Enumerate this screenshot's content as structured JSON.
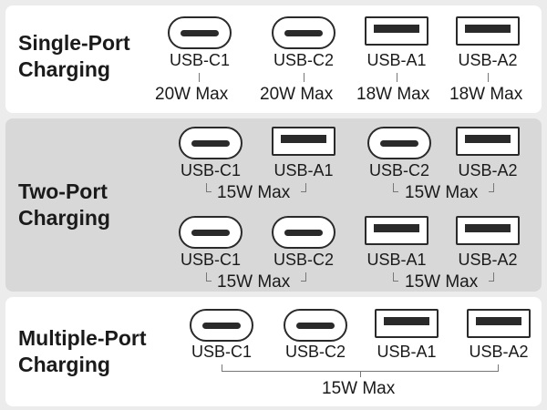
{
  "single_port": {
    "title_line1": "Single-Port",
    "title_line2": "Charging",
    "ports": [
      {
        "label": "USB-C1",
        "type": "usb-c",
        "max": "20W Max"
      },
      {
        "label": "USB-C2",
        "type": "usb-c",
        "max": "20W Max"
      },
      {
        "label": "USB-A1",
        "type": "usb-a",
        "max": "18W Max"
      },
      {
        "label": "USB-A2",
        "type": "usb-a",
        "max": "18W Max"
      }
    ]
  },
  "two_port": {
    "title_line1": "Two-Port",
    "title_line2": "Charging",
    "row1": {
      "ports": [
        "USB-C1",
        "USB-A1",
        "USB-C2",
        "USB-A2"
      ],
      "group1_max": "15W Max",
      "group2_max": "15W Max"
    },
    "row2": {
      "ports": [
        "USB-C1",
        "USB-C2",
        "USB-A1",
        "USB-A2"
      ],
      "group1_max": "15W Max",
      "group2_max": "15W Max"
    }
  },
  "multi_port": {
    "title_line1": "Multiple-Port",
    "title_line2": "Charging",
    "ports": [
      "USB-C1",
      "USB-C2",
      "USB-A1",
      "USB-A2"
    ],
    "max": "15W Max"
  },
  "colors": {
    "panel_white": "#ffffff",
    "panel_gray": "#d8d8d8",
    "background": "#ececec",
    "icon": "#2a2a2a"
  },
  "icons": {
    "usb_c": "usb-c-port-icon",
    "usb_a": "usb-a-port-icon"
  }
}
